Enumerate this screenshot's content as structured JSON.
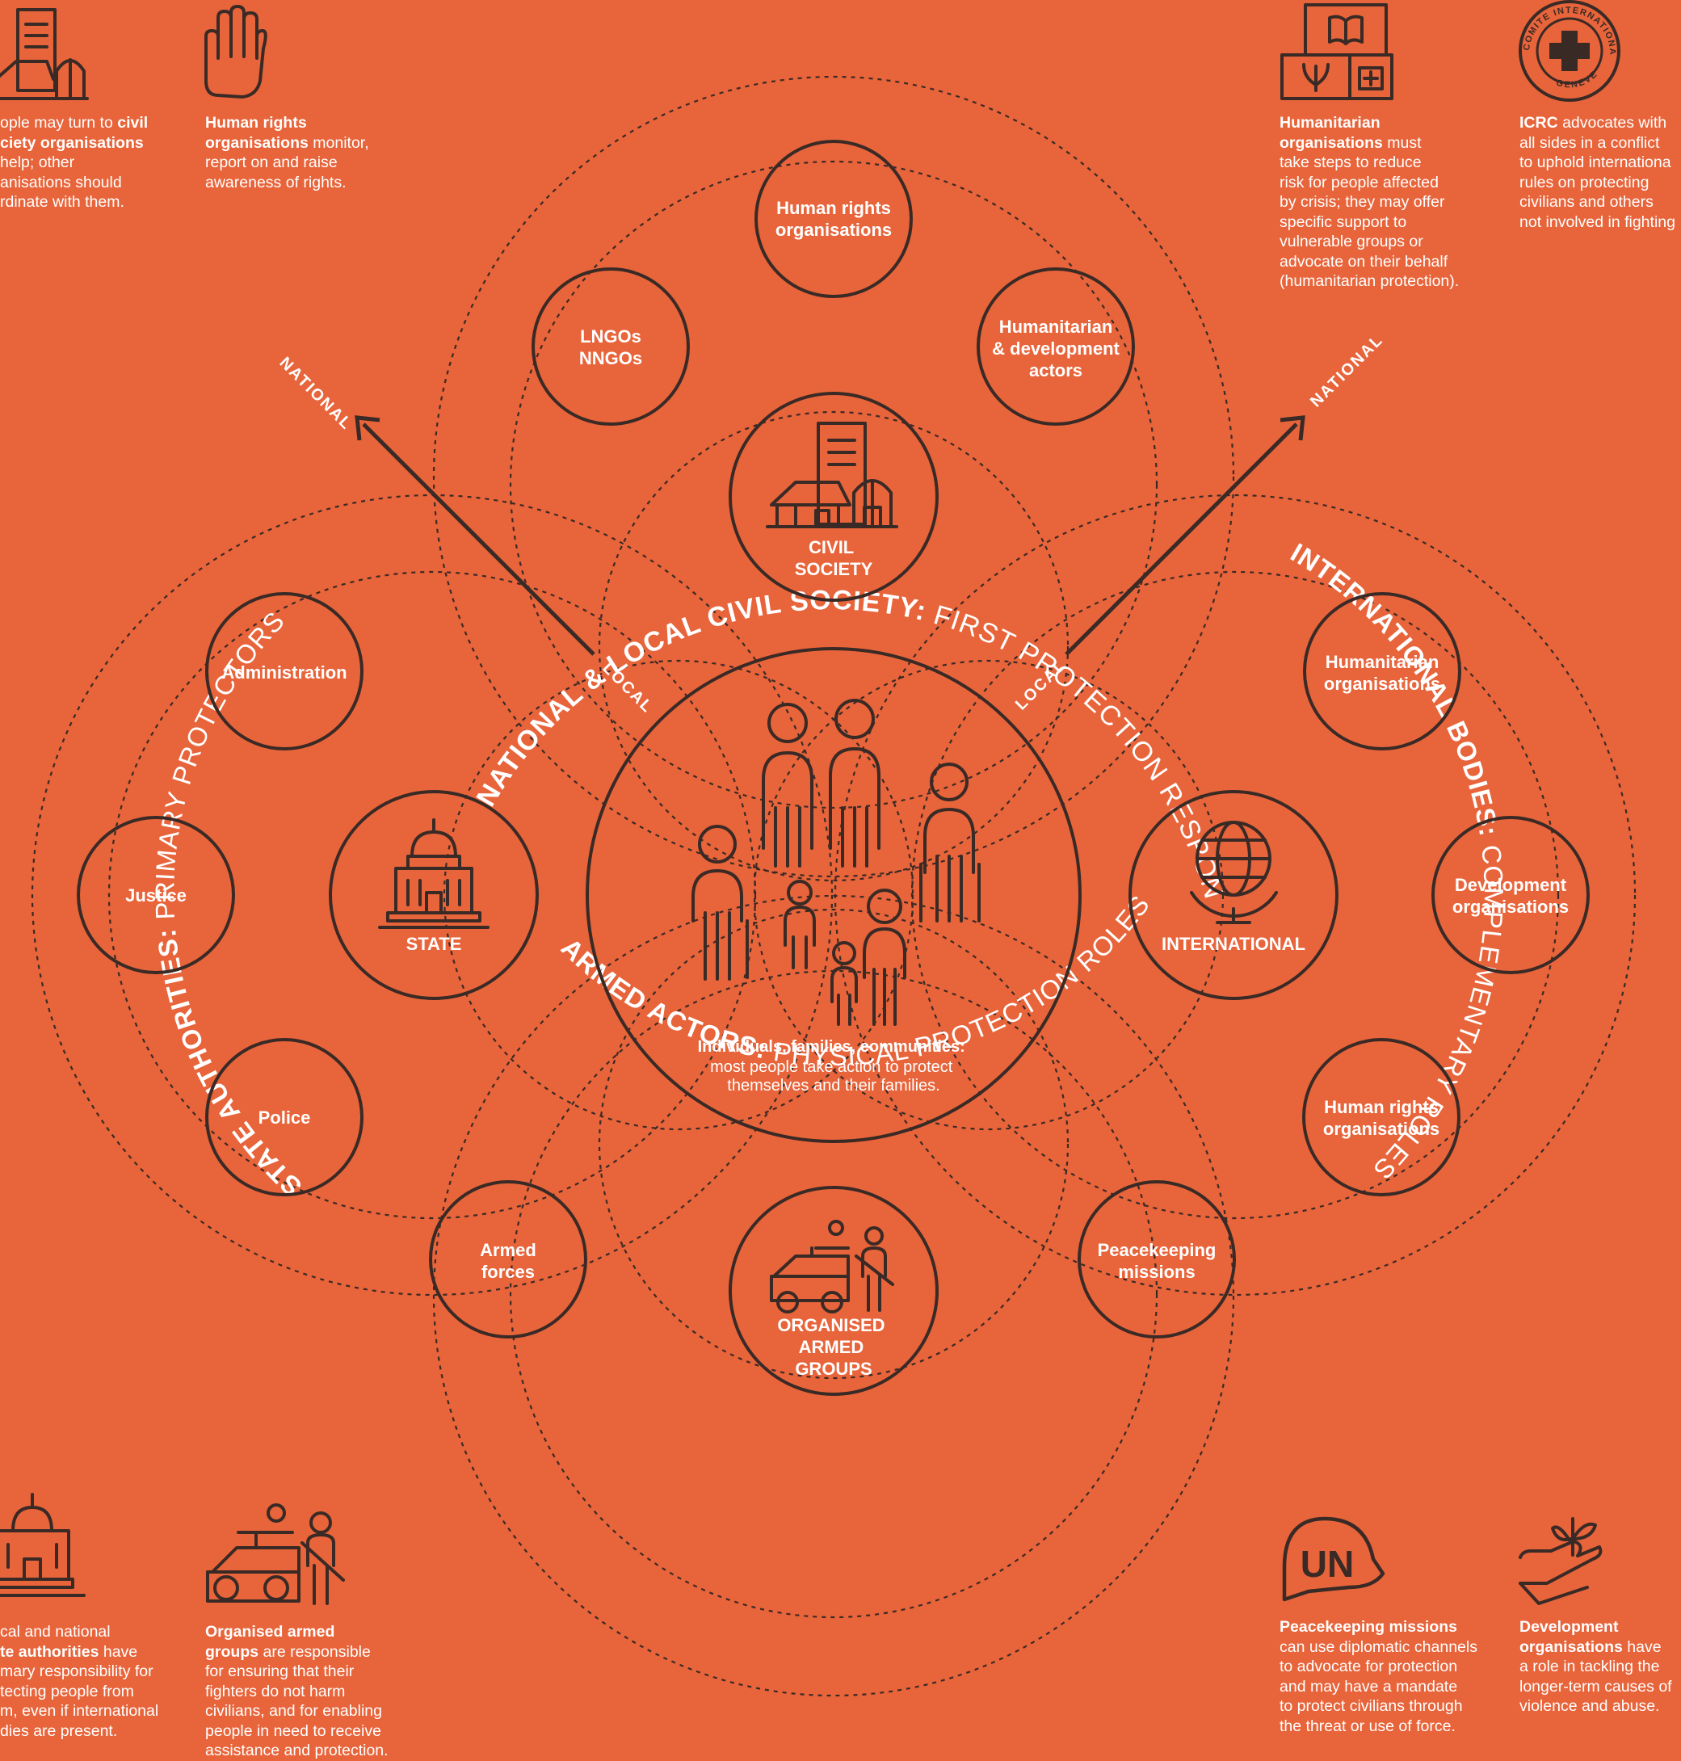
{
  "arcs": {
    "top_bold": "NATIONAL & LOCAL CIVIL SOCIETY:",
    "top_light": " FIRST PROTECTION RESPONDERS",
    "left_bold": "STATE AUTHORITIES:",
    "left_light": " PRIMARY PROTECTORS",
    "right_bold": "INTERNATIONAL BODIES:",
    "right_light": " COMPLEMENTARY ROLES",
    "bottom_bold": "ARMED ACTORS:",
    "bottom_light": " PHYSICAL PROTECTION ROLES"
  },
  "axis": {
    "national_left": "NATIONAL",
    "local_left": "LOCAL",
    "national_right": "NATIONAL",
    "local_right": "LOCAL"
  },
  "center": {
    "bold": "Individuals, families, communities:",
    "line1": "most people take action to protect",
    "line2": "themselves and their families."
  },
  "hubs": {
    "civil_society": [
      "CIVIL",
      "SOCIETY"
    ],
    "state": [
      "STATE"
    ],
    "international": [
      "INTERNATIONAL"
    ],
    "armed_groups": [
      "ORGANISED",
      "ARMED",
      "GROUPS"
    ]
  },
  "nodes": {
    "hr_top": [
      "Human rights",
      "organisations"
    ],
    "lngos": [
      "LNGOs",
      "NNGOs"
    ],
    "hum_dev": [
      "Humanitarian",
      "& development",
      "actors"
    ],
    "administration": [
      "Administration"
    ],
    "justice": [
      "Justice"
    ],
    "police": [
      "Police"
    ],
    "hum_right": [
      "Humanitarian",
      "organisations"
    ],
    "dev_right": [
      "Development",
      "organisations"
    ],
    "hr_right": [
      "Human rights",
      "organisations"
    ],
    "armed_forces": [
      "Armed",
      "forces"
    ],
    "peacekeeping": [
      "Peacekeeping",
      "missions"
    ]
  },
  "notes": {
    "tl1": {
      "p1": "ople may turn to ",
      "b1": "civil",
      "b2": "ciety organisations",
      "p2": "help; other",
      "p3": "anisations should",
      "p4": "rdinate with them."
    },
    "tl2": {
      "b1": "Human rights",
      "b2": "organisations",
      "p1": " monitor,",
      "p2": "report on and raise",
      "p3": "awareness of rights."
    },
    "tr1": {
      "b1": "Humanitarian",
      "b2": "organisations",
      "p1": " must",
      "p2": "take steps to reduce",
      "p3": "risk for people affected",
      "p4": "by crisis; they may offer",
      "p5": "specific support to",
      "p6": "vulnerable groups or",
      "p7": "advocate on their behalf",
      "p8": "(humanitarian protection)."
    },
    "tr2": {
      "b1": "ICRC",
      "p1": " advocates with",
      "p2": "all sides in a conflict",
      "p3": "to uphold internationa",
      "p4": "rules on protecting",
      "p5": "civilians and others",
      "p6": "not involved in fighting"
    },
    "bl1": {
      "p1": "cal and national",
      "b1": "te authorities",
      "p2": " have",
      "p3": "mary responsibility for",
      "p4": "tecting people from",
      "p5": "m, even if international",
      "p6": "dies are present."
    },
    "bl2": {
      "b1": "Organised armed",
      "b2": "groups",
      "p1": " are responsible",
      "p2": "for ensuring that their",
      "p3": "fighters do not harm",
      "p4": "civilians, and for enabling",
      "p5": "people in need to receive",
      "p6": "assistance and protection."
    },
    "br1": {
      "b1": "Peacekeeping missions",
      "p1": "can use diplomatic channels",
      "p2": "to advocate for protection",
      "p3": "and may have a mandate",
      "p4": "to protect civilians through",
      "p5": "the threat or use of force."
    },
    "br2": {
      "b1": "Development",
      "b2": "organisations",
      "p1": " have",
      "p2": "a role in tackling the",
      "p3": "longer-term causes of",
      "p4": "violence and abuse."
    }
  },
  "icons": {
    "tl1": "civil-society-buildings-icon",
    "tl2": "raised-hand-icon",
    "tr1": "humanitarian-supply-boxes-icon",
    "tr2": "icrc-emblem-icon",
    "bl1": "state-capitol-icon",
    "bl2": "armed-group-vehicle-icon",
    "br1": "un-helmet-icon",
    "br2": "plant-in-hand-icon"
  },
  "emblem": {
    "top": "COMITE INTERNATIONAL",
    "bottom": "GENEVE"
  },
  "helmet_label": "UN"
}
